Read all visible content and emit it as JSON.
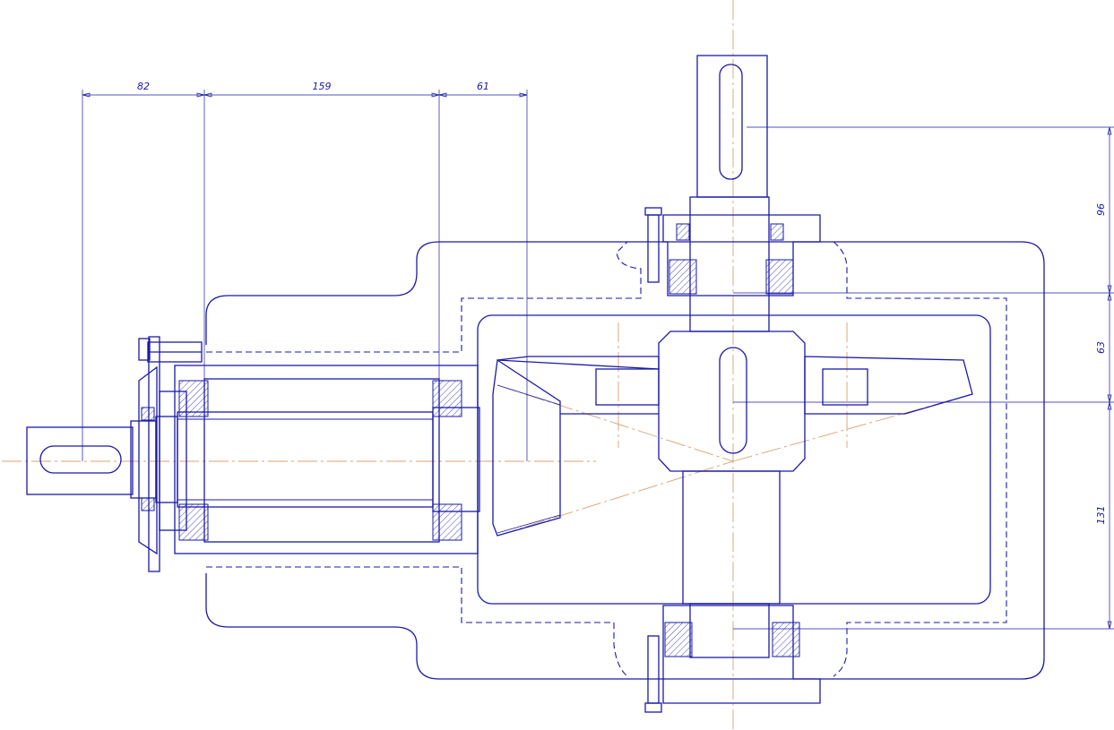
{
  "colors": {
    "line": "#1a1aa8",
    "axis": "#d9a070",
    "background": "#ffffff"
  },
  "dimensions": {
    "horizontal": [
      "82",
      "159",
      "61"
    ],
    "vertical": [
      "96",
      "63",
      "131"
    ]
  }
}
